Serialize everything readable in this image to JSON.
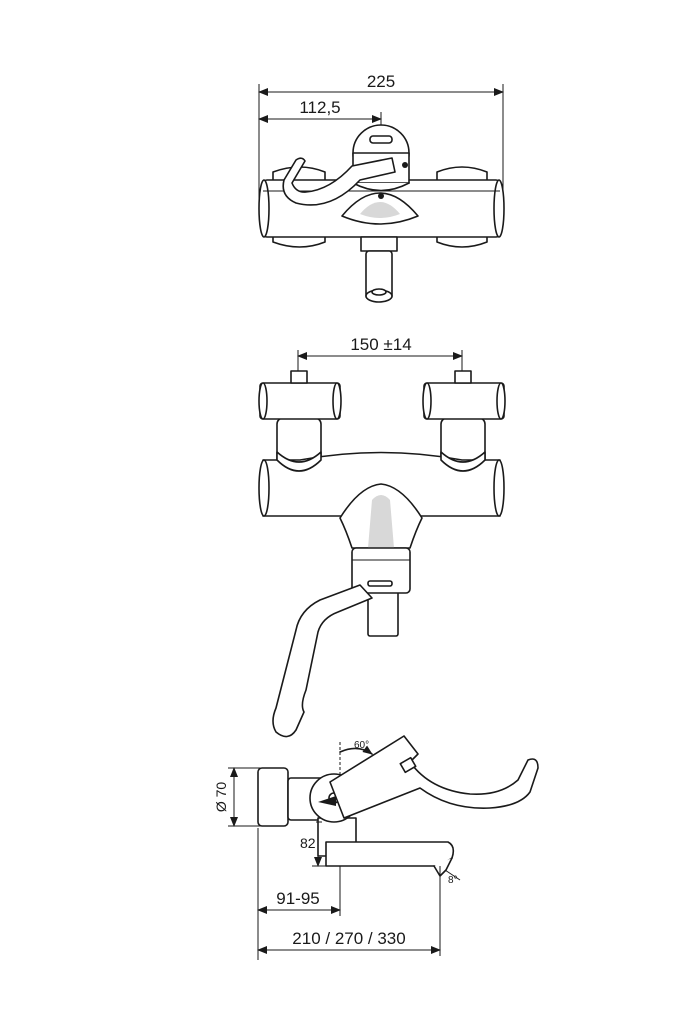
{
  "dimensions": {
    "top_view": {
      "overall_width": "225",
      "half_width": "112,5"
    },
    "front_view": {
      "inlet_spacing": "150 ±14"
    },
    "side_view": {
      "handle_angle": "60°",
      "body_diameter": "Ø 70",
      "spout_height": "82",
      "wall_to_axis": "91-95",
      "spout_projection": "210 / 270 / 330",
      "spout_angle": "8°"
    }
  }
}
